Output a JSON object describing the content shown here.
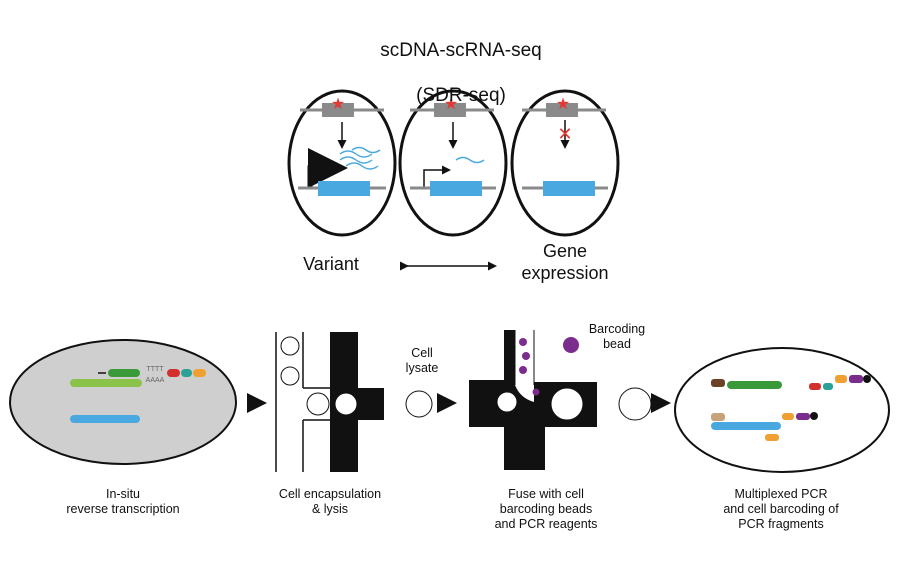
{
  "title": {
    "line1": "scDNA-scRNA-seq",
    "line2": "(SDR-seq)"
  },
  "relationship": {
    "left": "Variant",
    "right": "Gene\nexpression"
  },
  "bead_legend": "Barcoding\nbead",
  "lysate_label": "Cell\nlysate",
  "cell_sequence_label": "TTTT",
  "polya_label": "AAAA",
  "steps": [
    {
      "label": "In-situ\nreverse transcription"
    },
    {
      "label": "Cell encapsulation\n& lysis"
    },
    {
      "label": "Fuse with cell\nbarcoding beads\nand PCR reagents"
    },
    {
      "label": "Multiplexed PCR\nand cell barcoding of\nPCR fragments"
    }
  ],
  "colors": {
    "gene_blue": "#4aa8e0",
    "variant_star": "#e53935",
    "dna_grey": "#8a8a8a",
    "cell_fill": "#cfcfcf",
    "bead_purple": "#7b2d8e",
    "oligo_green": "#3a9a3a",
    "oligo_lightgreen": "#8bc34a",
    "oligo_red": "#d32f2f",
    "oligo_teal": "#2aa198",
    "oligo_orange": "#f0a030",
    "oligo_brown": "#6b4226"
  }
}
